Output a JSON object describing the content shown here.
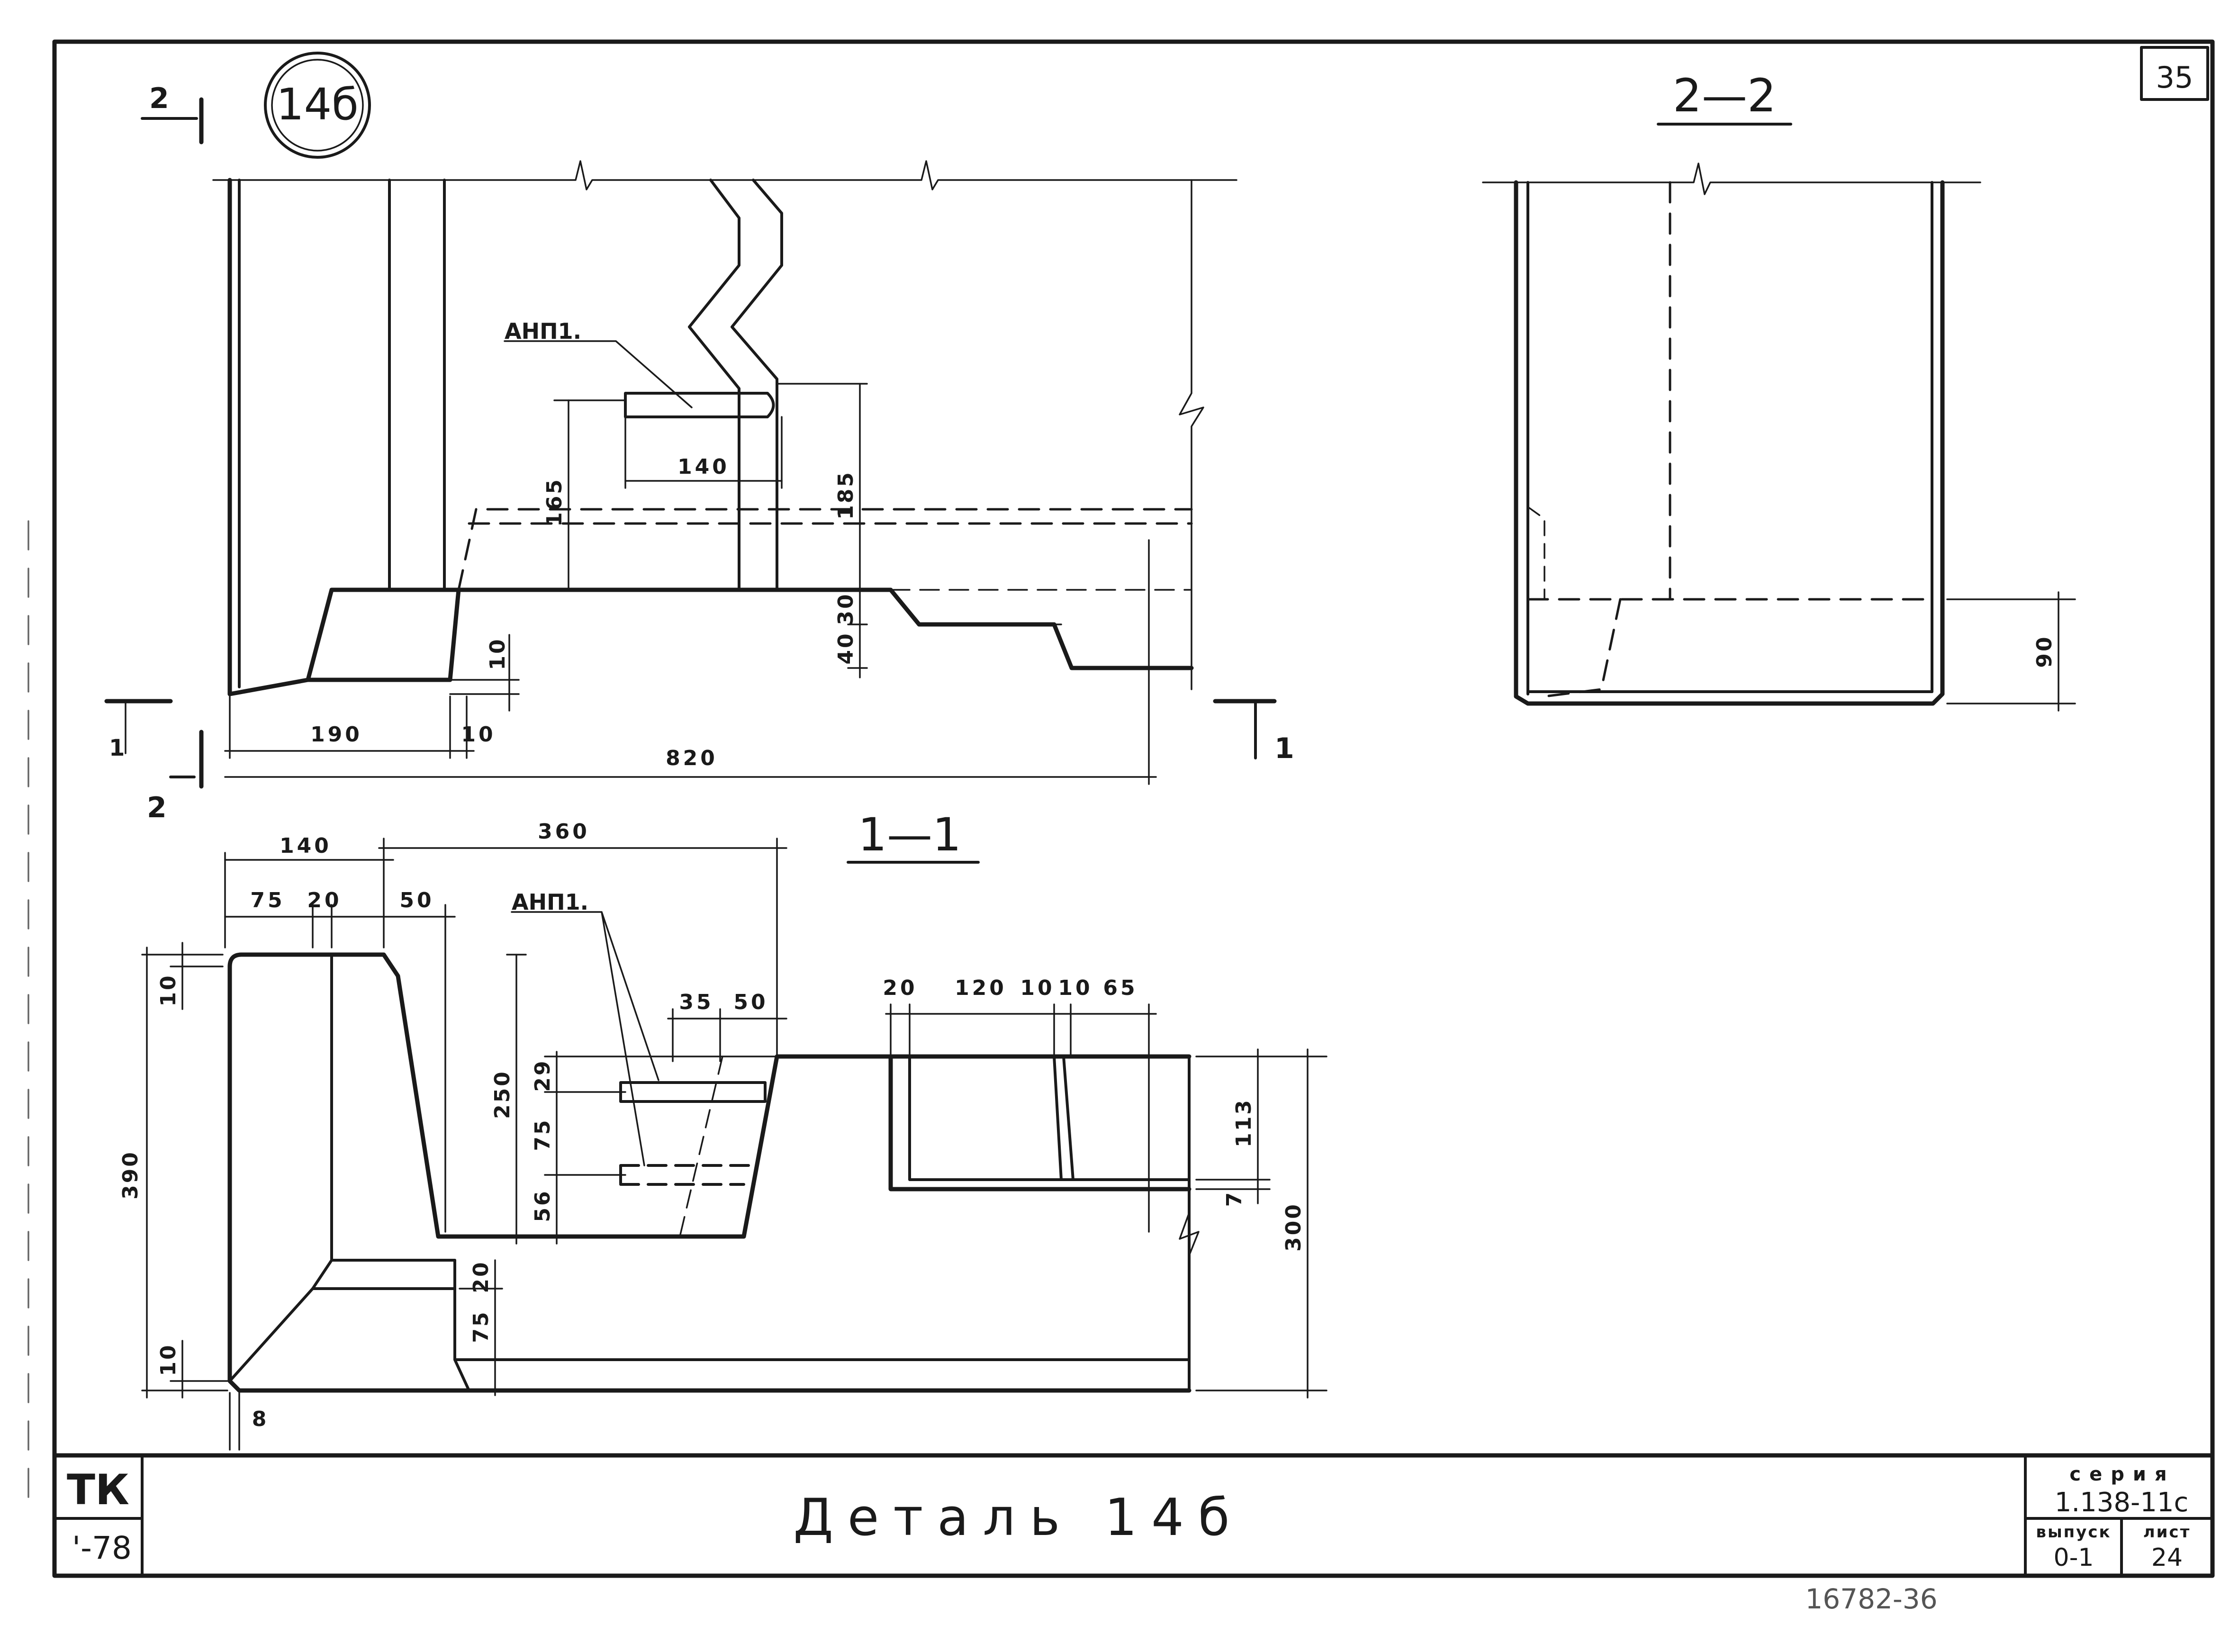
{
  "sheet": {
    "page_number": "35",
    "title": "Деталь 14б",
    "circle_label": "14б",
    "stamp_left": {
      "code": "ТК",
      "number": "'-78"
    },
    "stamp_right": {
      "series_label": "серия",
      "series_value": "1.138-11с",
      "issue_label": "выпуск",
      "issue_value": "0-1",
      "sheet_label": "лист",
      "sheet_value": "24"
    },
    "bottom_note": "16782-36"
  },
  "view_top": {
    "cut_labels": {
      "a": "2",
      "b": "2",
      "c": "1",
      "d": "1"
    },
    "callout": "АНП1.",
    "dims": {
      "d140": "140",
      "d165": "165",
      "d185": "185",
      "d30": "30",
      "d40": "40",
      "d10a": "10",
      "d190": "190",
      "d10b": "10",
      "d820": "820"
    }
  },
  "section_11": {
    "label": "1—1",
    "callout": "АНП1.",
    "dims": {
      "d140": "140",
      "d360": "360",
      "d75": "75",
      "d20": "20",
      "d50a": "50",
      "d35": "35",
      "d50b": "50",
      "d20b": "20",
      "d120": "120",
      "d10a": "10",
      "d10b": "10",
      "d65": "65",
      "d10v": "10",
      "d390": "390",
      "d250": "250",
      "d29": "29",
      "d75v": "75",
      "d56": "56",
      "d20v": "20",
      "d75v2": "75",
      "d10v2": "10",
      "d8": "8",
      "d113": "113",
      "d7": "7",
      "d300": "300"
    }
  },
  "section_22": {
    "label": "2—2",
    "dims": {
      "d90": "90"
    }
  }
}
